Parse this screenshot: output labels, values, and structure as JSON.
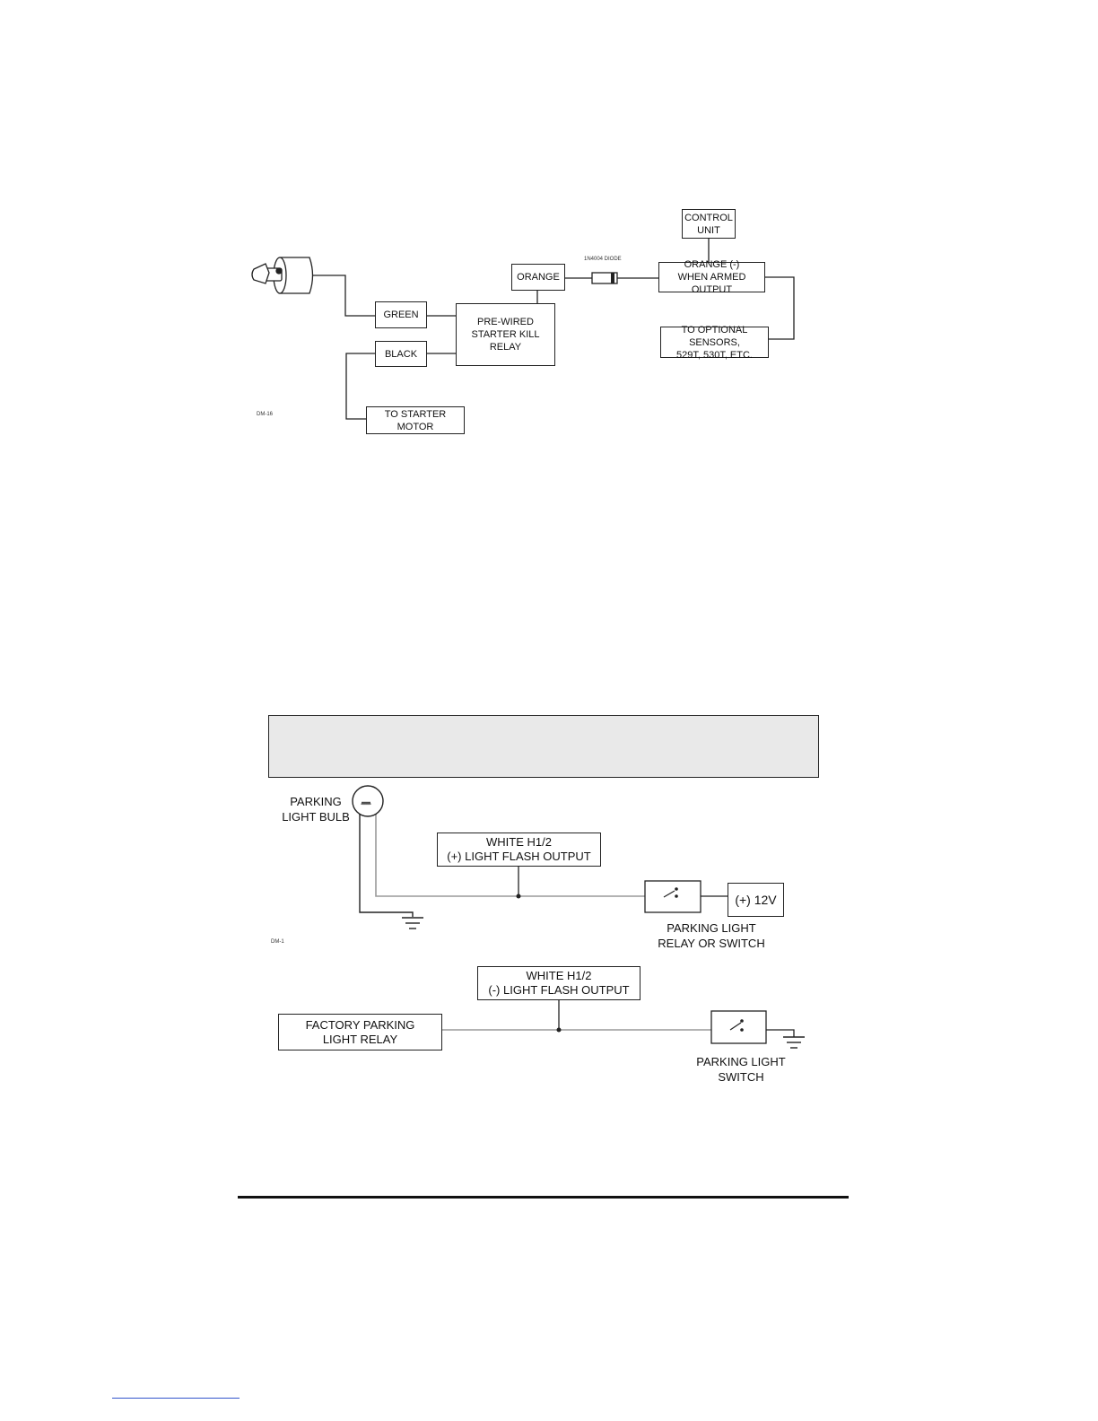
{
  "starter_diagram": {
    "control_unit": "CONTROL\nUNIT",
    "orange_output": "ORANGE (-)\nWHEN ARMED OUTPUT",
    "diode_label": "1N4004 DIODE",
    "orange": "ORANGE",
    "relay": "PRE-WIRED\nSTARTER KILL\nRELAY",
    "green": "GREEN",
    "black": "BLACK",
    "optional_sensors": "TO OPTIONAL SENSORS,\n529T, 530T, ETC.",
    "starter_motor": "TO STARTER MOTOR",
    "diagram_code": "DM-16",
    "icon": "ignition-key-icon"
  },
  "positive_flash_diagram": {
    "bulb_label": "PARKING\nLIGHT BULB",
    "output_box": "WHITE H1/2\n(+) LIGHT FLASH OUTPUT",
    "voltage_box": "(+) 12V",
    "switch_label": "PARKING LIGHT\nRELAY OR SWITCH",
    "diagram_code": "DM-1",
    "icons": [
      "light-bulb-icon",
      "ground-icon",
      "switch-icon"
    ]
  },
  "negative_flash_diagram": {
    "output_box": "WHITE H1/2\n(-) LIGHT FLASH OUTPUT",
    "relay_box": "FACTORY PARKING\nLIGHT RELAY",
    "switch_label": "PARKING LIGHT\nSWITCH",
    "icons": [
      "switch-icon",
      "ground-icon"
    ]
  },
  "colors": {
    "wire_dark": "#222222",
    "wire_light": "#9a9a9a",
    "banner_fill": "#e9e9e9",
    "link_underline": "#3355cc"
  }
}
